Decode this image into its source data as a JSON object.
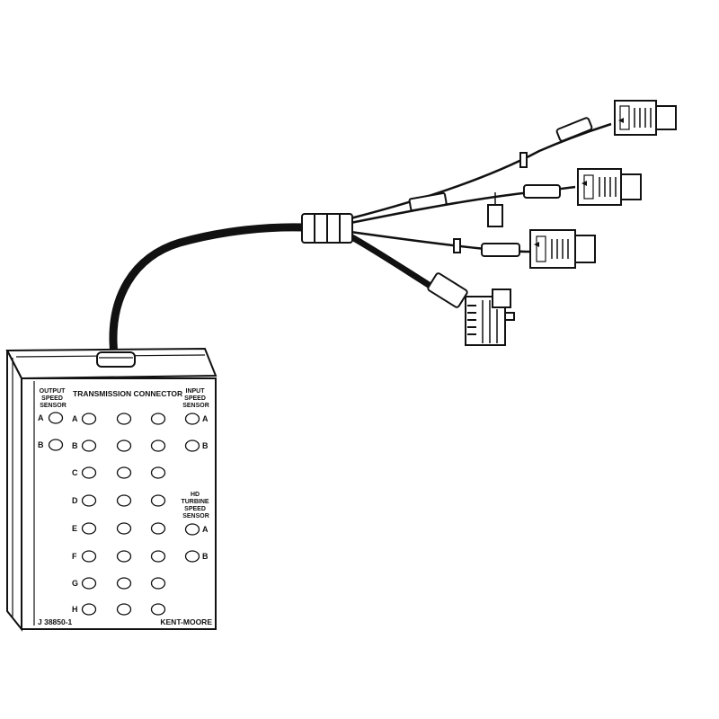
{
  "box": {
    "output_speed_sensor": [
      "OUTPUT",
      "SPEED",
      "SENSOR"
    ],
    "transmission_connector": "TRANSMISSION CONNECTOR",
    "input_speed_sensor": [
      "INPUT",
      "SPEED",
      "SENSOR"
    ],
    "hd_turbine_speed_sensor": [
      "HD",
      "TURBINE",
      "SPEED",
      "SENSOR"
    ],
    "row_letters": [
      "A",
      "B",
      "C",
      "D",
      "E",
      "F",
      "G",
      "H"
    ],
    "sensor_pin_a": "A",
    "sensor_pin_b": "B",
    "part_number": "J 38850-1",
    "brand": "KENT-MOORE"
  },
  "colors": {
    "line": "#111111",
    "background": "#ffffff"
  }
}
